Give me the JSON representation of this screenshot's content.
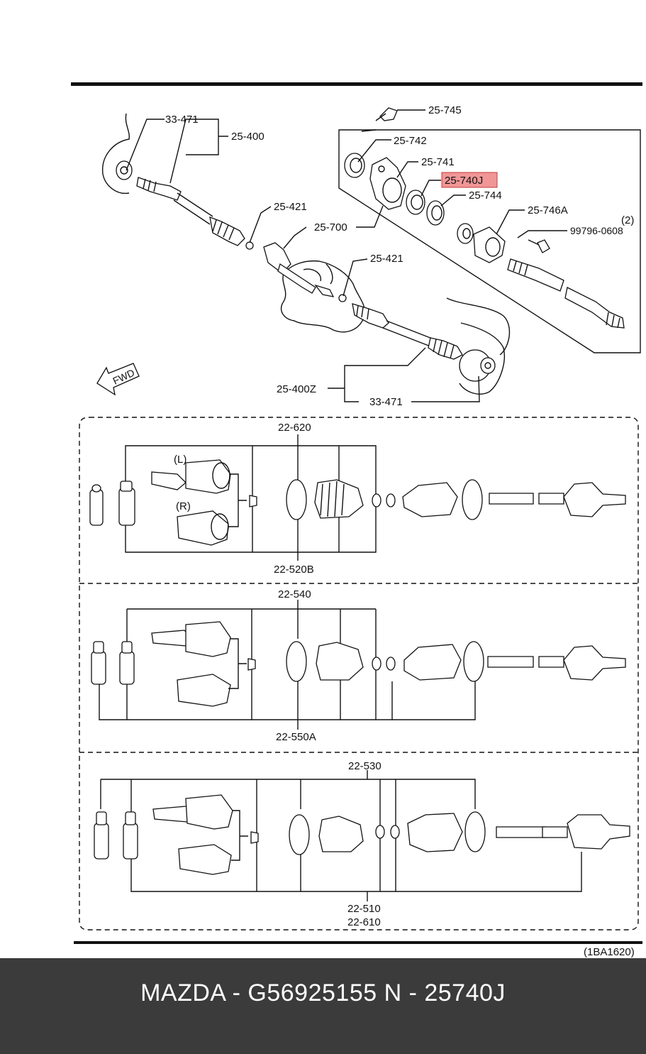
{
  "labels": {
    "l33471a": "33-471",
    "l25400": "25-400",
    "l25745": "25-745",
    "l25742": "25-742",
    "l25741": "25-741",
    "l25740j": "25-740J",
    "l25744": "25-744",
    "l25746a": "25-746A",
    "lqty2": "(2)",
    "l99796": "99796-0608",
    "l25421a": "25-421",
    "l25700": "25-700",
    "l25421b": "25-421",
    "l25400z": "25-400Z",
    "l33471b": "33-471",
    "fwd": "FWD",
    "l22620": "22-620",
    "lL": "(L)",
    "lR": "(R)",
    "l22520b": "22-520B",
    "l22540": "22-540",
    "l22550a": "22-550A",
    "l22530": "22-530",
    "l22510": "22-510",
    "l22610": "22-610",
    "figcode": "(1BA1620)"
  },
  "highlight_color": "#e85050",
  "footer": {
    "text": "MAZDA - G56925155   N - 25740J"
  }
}
